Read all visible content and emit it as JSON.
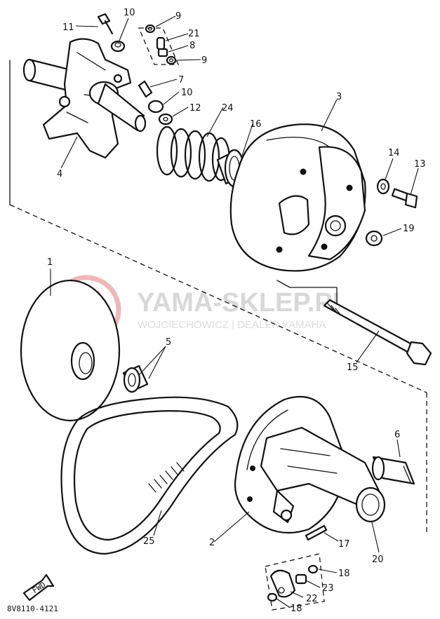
{
  "watermark": {
    "title": "YAMA-SKLEP.PL",
    "subtitle": "WOJCIECHOWICZ | DEALER YAMAHA",
    "logo_color": "#e8a0a0",
    "text_color": "#d8d8d8"
  },
  "drawing_code": "8V8110-4121",
  "fwd_label": "FWD",
  "callouts": {
    "c1": "1",
    "c2": "2",
    "c3": "3",
    "c4": "4",
    "c5": "5",
    "c6": "6",
    "c7": "7",
    "c8": "8",
    "c9a": "9",
    "c9b": "9",
    "c10a": "10",
    "c10b": "10",
    "c11": "11",
    "c12": "12",
    "c13": "13",
    "c14": "14",
    "c15": "15",
    "c16": "16",
    "c17": "17",
    "c18a": "18",
    "c18b": "18",
    "c19": "19",
    "c20": "20",
    "c21": "21",
    "c22": "22",
    "c23": "23",
    "c24": "24",
    "c25": "25"
  }
}
